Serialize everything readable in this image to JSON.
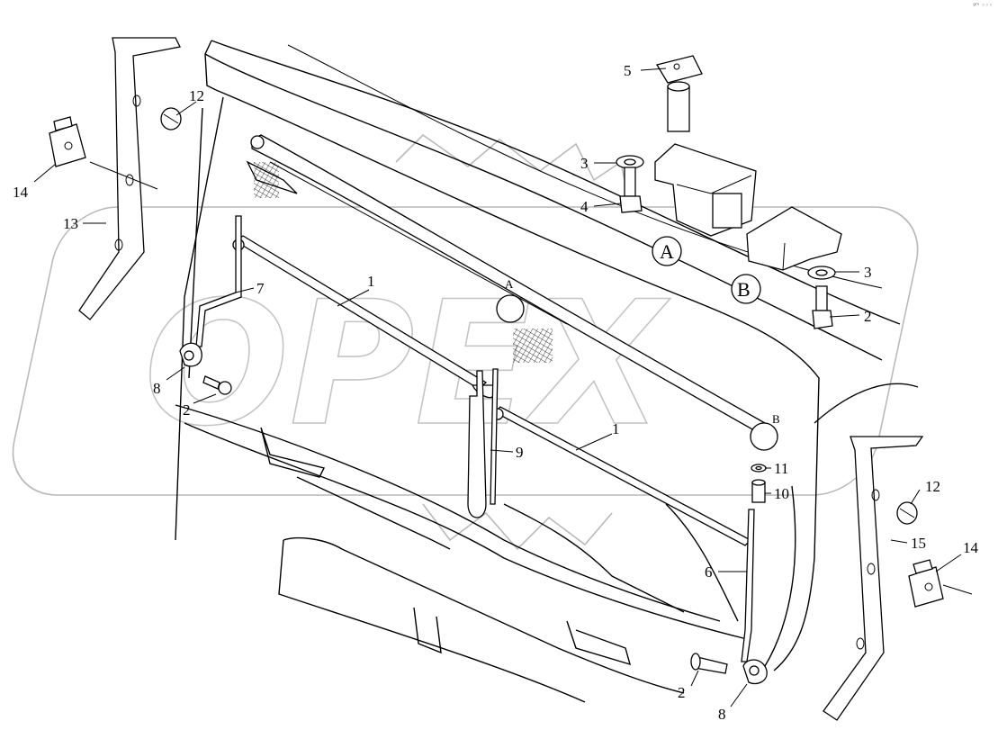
{
  "corner_mark": "ᵍᵐ ◦◦◦",
  "watermark": {
    "text": "OPEX"
  },
  "callouts": {
    "c1a": "1",
    "c1b": "1",
    "c2a": "2",
    "c2b": "2",
    "c2c": "2",
    "c3a": "3",
    "c3b": "3",
    "c4": "4",
    "c5": "5",
    "c6": "6",
    "c7": "7",
    "c8a": "8",
    "c8b": "8",
    "c9": "9",
    "c10": "10",
    "c11": "11",
    "c12a": "12",
    "c12b": "12",
    "c13": "13",
    "c14a": "14",
    "c14b": "14",
    "c15": "15"
  },
  "detail_markers": {
    "A_small": "A",
    "B_small": "B",
    "A_big": "A",
    "B_big": "B"
  }
}
